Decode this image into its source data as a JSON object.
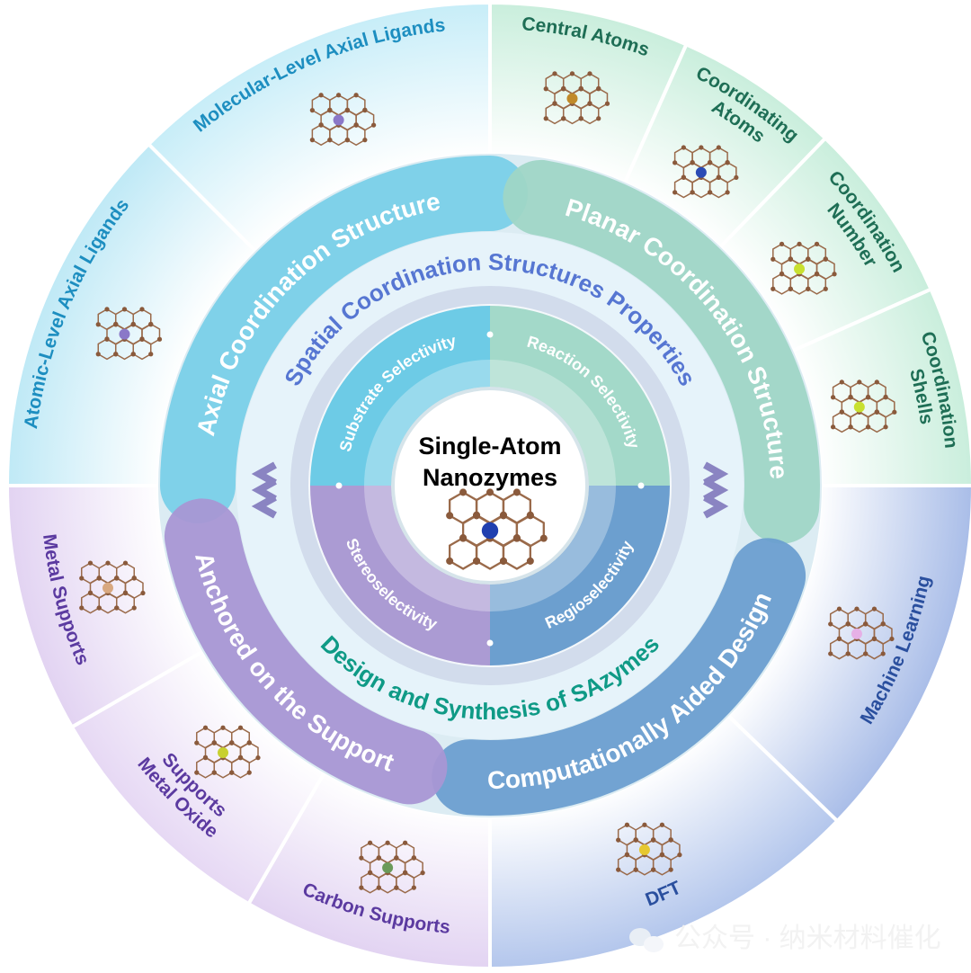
{
  "center": {
    "line1": "Single-Atom",
    "line2": "Nanozymes"
  },
  "quadrants": [
    {
      "label": "Substrate Selectivity",
      "color": "#6dcbe6"
    },
    {
      "label": "Reaction Selectivity",
      "color": "#a3d9c9"
    },
    {
      "label": "Regioselectivity",
      "color": "#6c9fcf"
    },
    {
      "label": "Stereoselectivity",
      "color": "#ab9bd3"
    }
  ],
  "inner_ring": {
    "top_label": "Spatial Coordination Structures Properties",
    "bottom_label": "Design and Synthesis of SAzymes",
    "top_color": "#5676d2",
    "bottom_color": "#0f9a86"
  },
  "bands": [
    {
      "label": "Axial Coordination Structure",
      "color": "#79d0e8"
    },
    {
      "label": "Planar Coordination Structure",
      "color": "#9fd6c6"
    },
    {
      "label": "Computationally Aided Design",
      "color": "#6c9fd0"
    },
    {
      "label": "Anchored on the Support",
      "color": "#a897d4"
    }
  ],
  "outer_panels": [
    {
      "label": "Atomic-Level Axial Ligands",
      "color": "#bfe9f6",
      "text_color": "#1d8ec0"
    },
    {
      "label": "Molecular-Level Axial Ligands",
      "color": "#c7edf8",
      "text_color": "#1d8ec0"
    },
    {
      "label": "Central Atoms",
      "color": "#c9eedc",
      "text_color": "#1e6e55"
    },
    {
      "label": "Coordinating Atoms",
      "color": "#c9eedc",
      "text_color": "#1e6e55"
    },
    {
      "label": "Coordination Number",
      "color": "#c9eedc",
      "text_color": "#1e6e55"
    },
    {
      "label": "Coordination Shells",
      "color": "#c9eedc",
      "text_color": "#1e6e55"
    },
    {
      "label": "Machine Learning",
      "color": "#a9bde8",
      "text_color": "#2a4f9e"
    },
    {
      "label": "DFT",
      "color": "#b3c6ec",
      "text_color": "#2a4f9e"
    },
    {
      "label": "Carbon Supports",
      "color": "#e2d3f2",
      "text_color": "#5b3aa0"
    },
    {
      "label": "Metal Oxide Supports",
      "color": "#e6d8f4",
      "text_color": "#5b3aa0"
    },
    {
      "label": "Metal Supports",
      "color": "#e2d3f2",
      "text_color": "#5b3aa0"
    }
  ],
  "watermark": "公众号 · 纳米材料催化"
}
